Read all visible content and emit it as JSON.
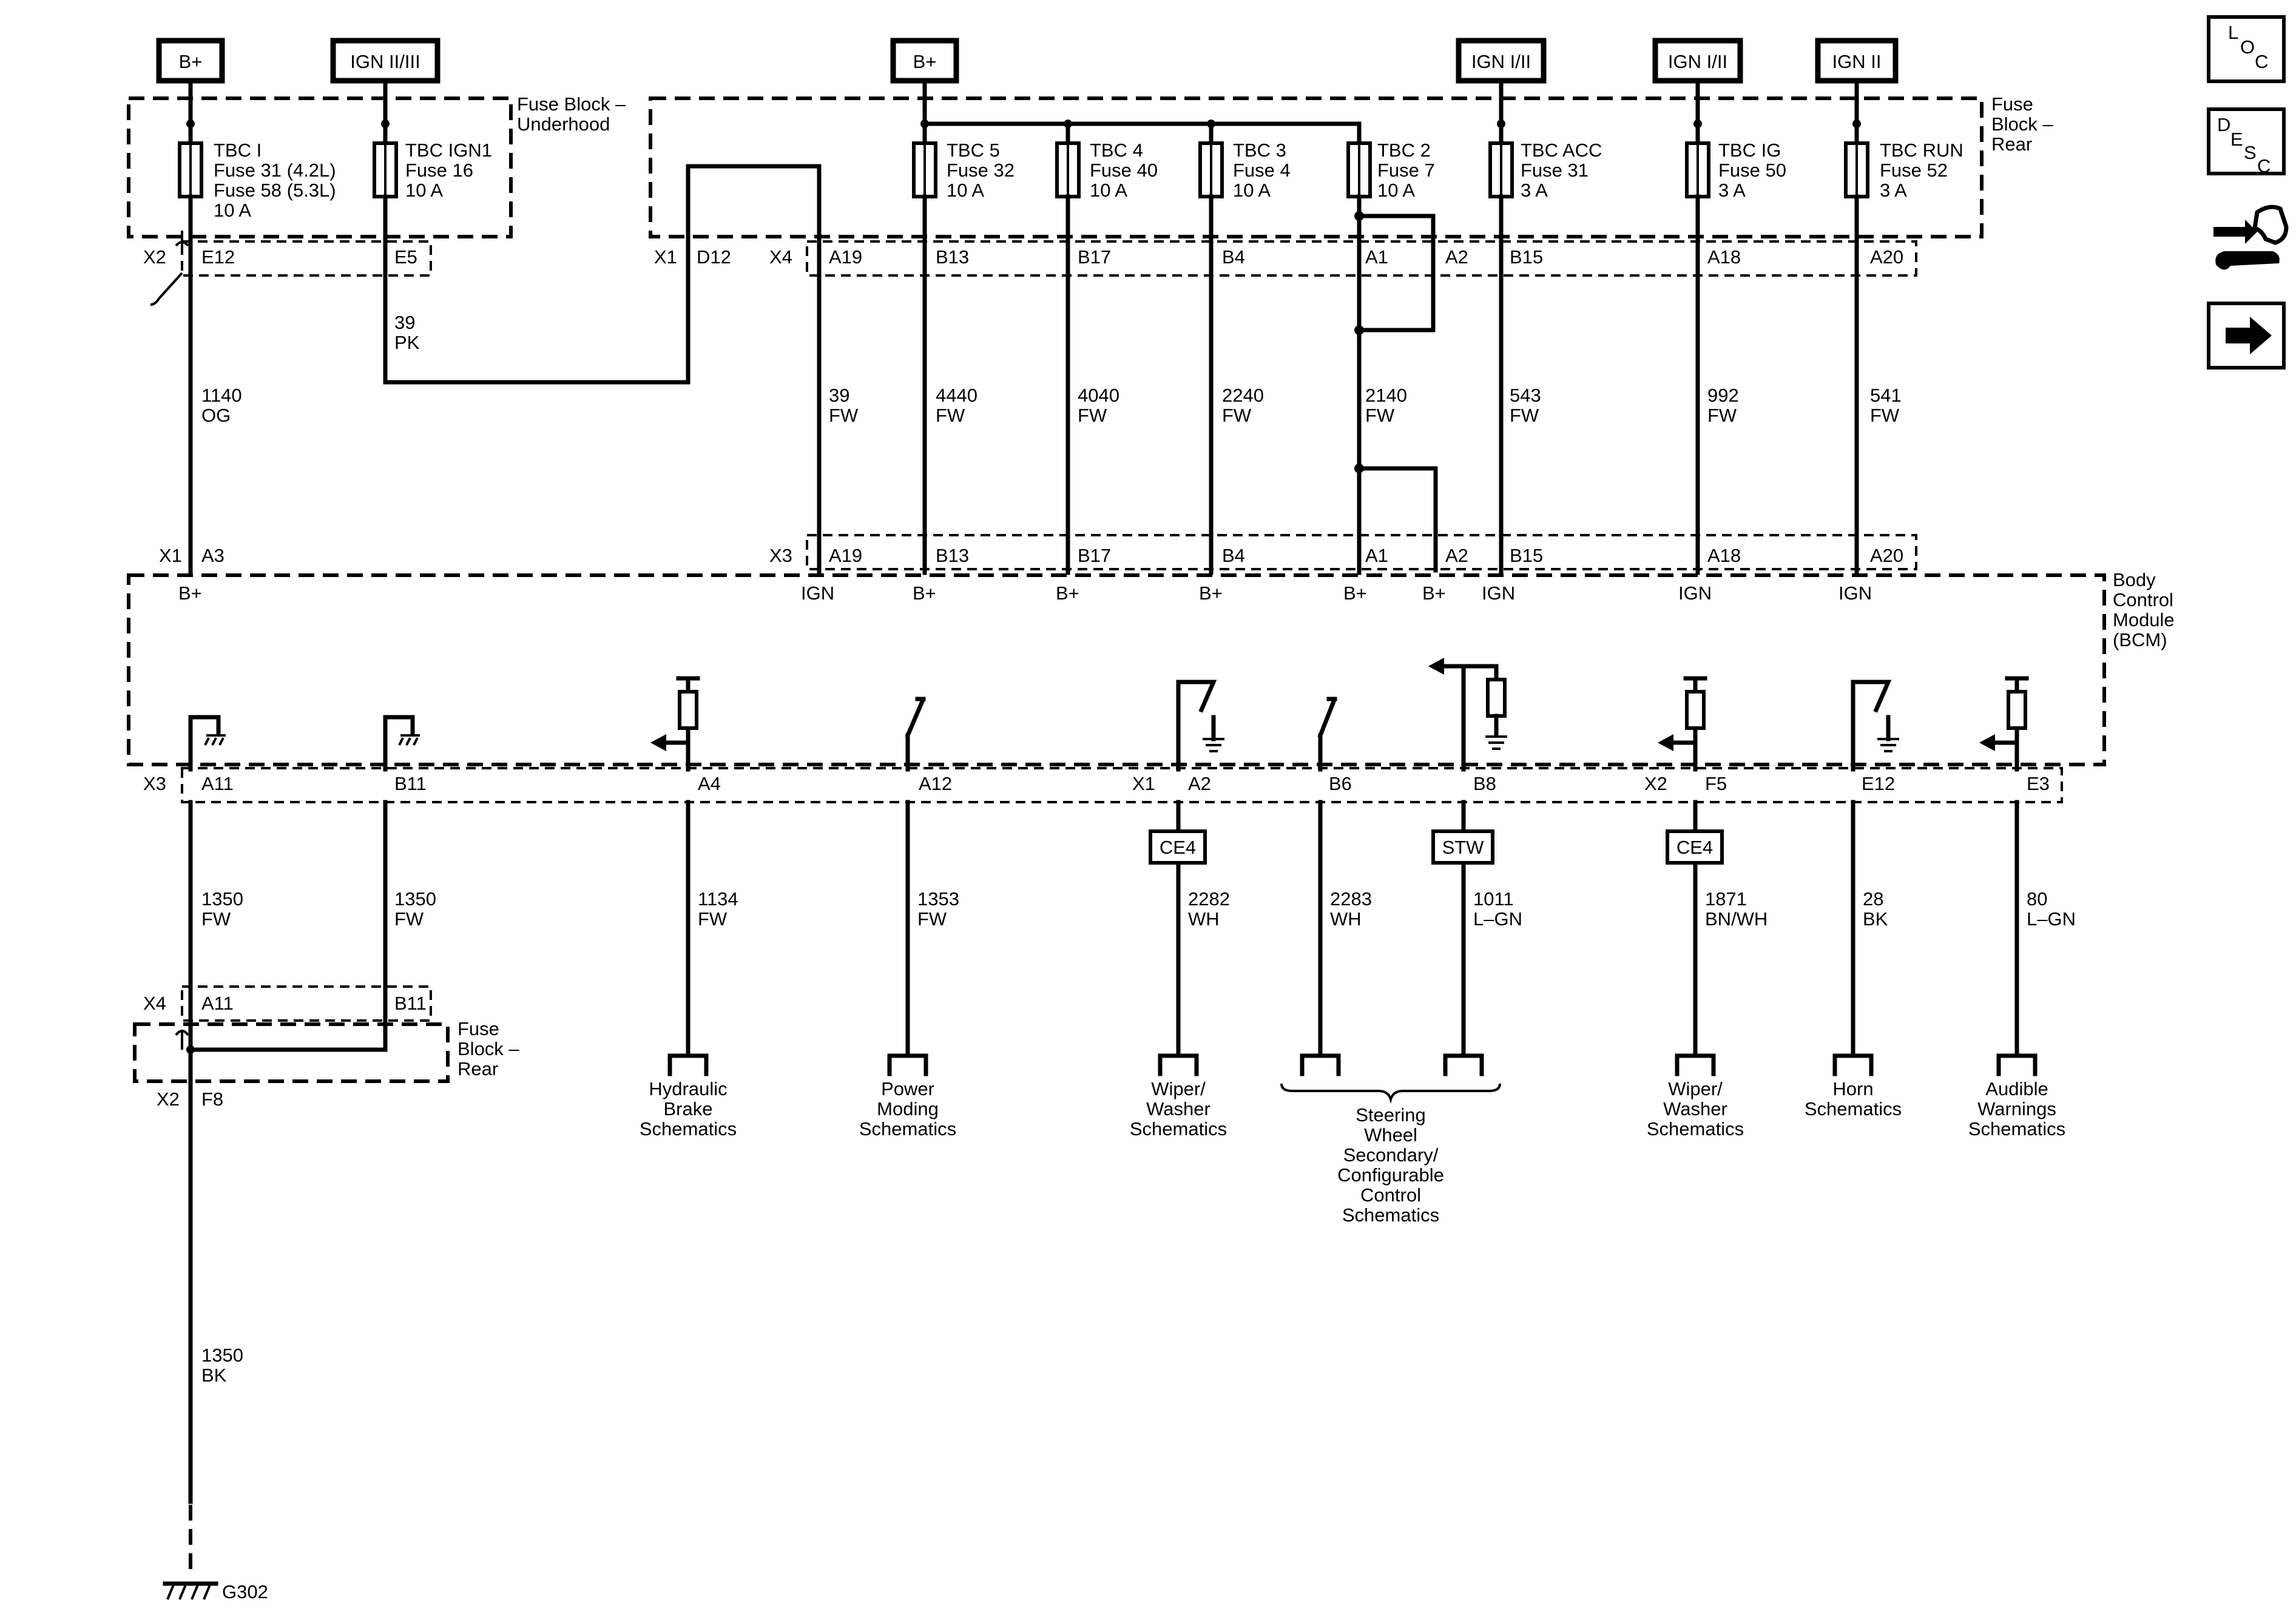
{
  "power_labels": {
    "bplus_left": "B+",
    "ign_2_3": "IGN II/III",
    "bplus_mid": "B+",
    "ign_1_2_a": "IGN I/II",
    "ign_1_2_b": "IGN I/II",
    "ign_2": "IGN II"
  },
  "blocks": {
    "underhood": [
      "Fuse Block –",
      "Underhood"
    ],
    "rear_top": [
      "Fuse",
      "Block –",
      "Rear"
    ],
    "rear_bottom": [
      "Fuse",
      "Block –",
      "Rear"
    ],
    "bcm": [
      "Body",
      "Control",
      "Module",
      "(BCM)"
    ]
  },
  "fuses": [
    {
      "lines": [
        "TBC I",
        "Fuse 31 (4.2L)",
        "Fuse 58 (5.3L)",
        "10 A"
      ]
    },
    {
      "lines": [
        "TBC IGN1",
        "Fuse 16",
        "10 A"
      ]
    },
    {
      "lines": [
        "TBC 5",
        "Fuse 32",
        "10 A"
      ]
    },
    {
      "lines": [
        "TBC 4",
        "Fuse 40",
        "10 A"
      ]
    },
    {
      "lines": [
        "TBC 3",
        "Fuse 4",
        "10 A"
      ]
    },
    {
      "lines": [
        "TBC 2",
        "Fuse 7",
        "10 A"
      ]
    },
    {
      "lines": [
        "TBC ACC",
        "Fuse 31",
        "3 A"
      ]
    },
    {
      "lines": [
        "TBC IG",
        "Fuse 50",
        "3 A"
      ]
    },
    {
      "lines": [
        "TBC RUN",
        "Fuse 52",
        "3 A"
      ]
    }
  ],
  "top_connectors": {
    "x2": "X2",
    "e12": "E12",
    "e5": "E5",
    "x1": "X1",
    "d12": "D12",
    "x4": "X4",
    "a19": "A19",
    "b13": "B13",
    "b17": "B17",
    "b4": "B4",
    "a1": "A1",
    "a2": "A2",
    "b15": "B15",
    "a18": "A18",
    "a20": "A20"
  },
  "upper_wires": {
    "w39pk": [
      "39",
      "PK"
    ],
    "w1140": [
      "1140",
      "OG"
    ],
    "w39fw": [
      "39",
      "FW"
    ],
    "w4440": [
      "4440",
      "FW"
    ],
    "w4040": [
      "4040",
      "FW"
    ],
    "w2240": [
      "2240",
      "FW"
    ],
    "w2140": [
      "2140",
      "FW"
    ],
    "w543": [
      "543",
      "FW"
    ],
    "w992": [
      "992",
      "FW"
    ],
    "w541": [
      "541",
      "FW"
    ]
  },
  "bcm_in_connectors": {
    "x1": "X1",
    "a3": "A3",
    "x3": "X3",
    "a19": "A19",
    "b13": "B13",
    "b17": "B17",
    "b4": "B4",
    "a1": "A1",
    "a2": "A2",
    "b15": "B15",
    "a18": "A18",
    "a20": "A20"
  },
  "bcm_pin_functions": {
    "bplus": "B+",
    "ign": "IGN"
  },
  "bcm_out_connectors": {
    "x3": "X3",
    "a11": "A11",
    "b11": "B11",
    "a4": "A4",
    "a12": "A12",
    "x1": "X1",
    "a2": "A2",
    "b6": "B6",
    "b8": "B8",
    "x2": "X2",
    "f5": "F5",
    "e12": "E12",
    "e3": "E3"
  },
  "inline_boxes": {
    "ce4_a": "CE4",
    "stw": "STW",
    "ce4_b": "CE4"
  },
  "lower_wires": {
    "w1350a": [
      "1350",
      "FW"
    ],
    "w1350b": [
      "1350",
      "FW"
    ],
    "w1134": [
      "1134",
      "FW"
    ],
    "w1353": [
      "1353",
      "FW"
    ],
    "w2282": [
      "2282",
      "WH"
    ],
    "w2283": [
      "2283",
      "WH"
    ],
    "w1011": [
      "1011",
      "L–GN"
    ],
    "w1871": [
      "1871",
      "BN/WH"
    ],
    "w28": [
      "28",
      "BK"
    ],
    "w80": [
      "80",
      "L–GN"
    ],
    "w1350bk": [
      "1350",
      "BK"
    ]
  },
  "rear_connectors": {
    "x4": "X4",
    "a11": "A11",
    "b11": "B11",
    "x2": "X2",
    "f8": "F8"
  },
  "schematics": {
    "hydraulic": [
      "Hydraulic",
      "Brake",
      "Schematics"
    ],
    "power": [
      "Power",
      "Moding",
      "Schematics"
    ],
    "wiper1": [
      "Wiper/",
      "Washer",
      "Schematics"
    ],
    "steering": [
      "Steering",
      "Wheel",
      "Secondary/",
      "Configurable",
      "Control",
      "Schematics"
    ],
    "wiper2": [
      "Wiper/",
      "Washer",
      "Schematics"
    ],
    "horn": [
      "Horn",
      "Schematics"
    ],
    "audible": [
      "Audible",
      "Warnings",
      "Schematics"
    ]
  },
  "ground": "G302",
  "side_icons": {
    "loc": [
      "L",
      "O",
      "C"
    ],
    "desc": [
      "D",
      "E",
      "S",
      "C"
    ],
    "icon_names": [
      "location-icon",
      "description-icon",
      "connector-tool-icon",
      "next-arrow-icon"
    ]
  }
}
